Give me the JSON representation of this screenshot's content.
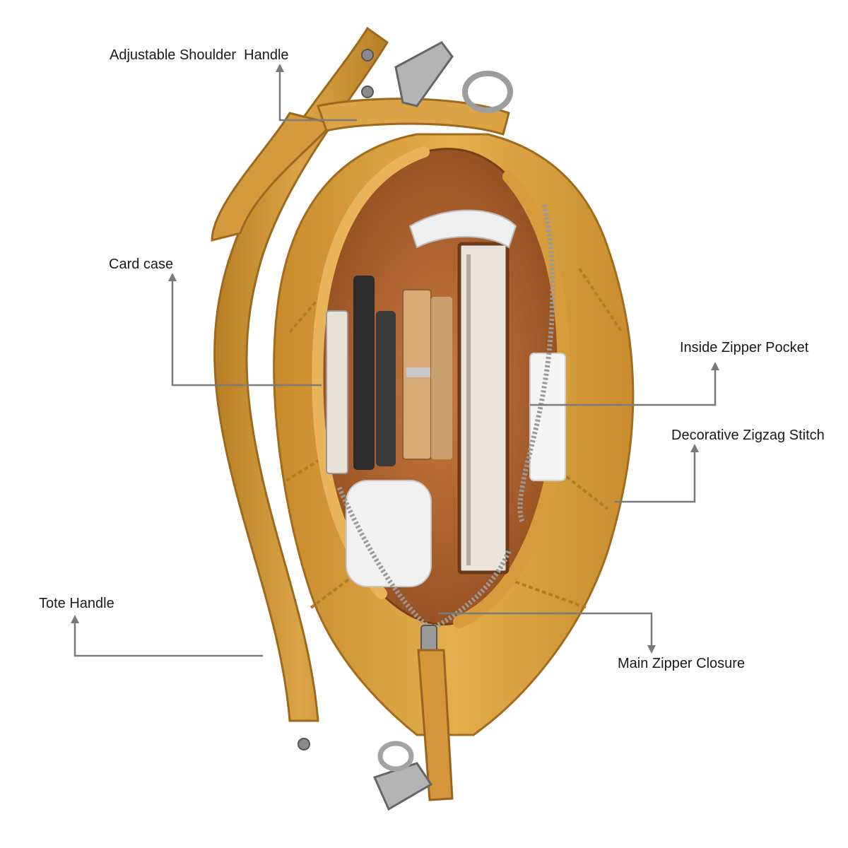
{
  "annotations": {
    "shoulder_handle": "Adjustable Shoulder  Handle",
    "card_case": "Card case",
    "inside_zipper_pocket": "Inside Zipper Pocket",
    "zigzag_stitch": "Decorative Zigzag Stitch",
    "tote_handle": "Tote Handle",
    "main_zipper": "Main Zipper Closure"
  },
  "colors": {
    "leather": "#d9a23e",
    "leather_dark": "#b97e24",
    "lining": "#b5652c",
    "leader_line": "#7a7a7a",
    "metal": "#a9a9a9"
  }
}
